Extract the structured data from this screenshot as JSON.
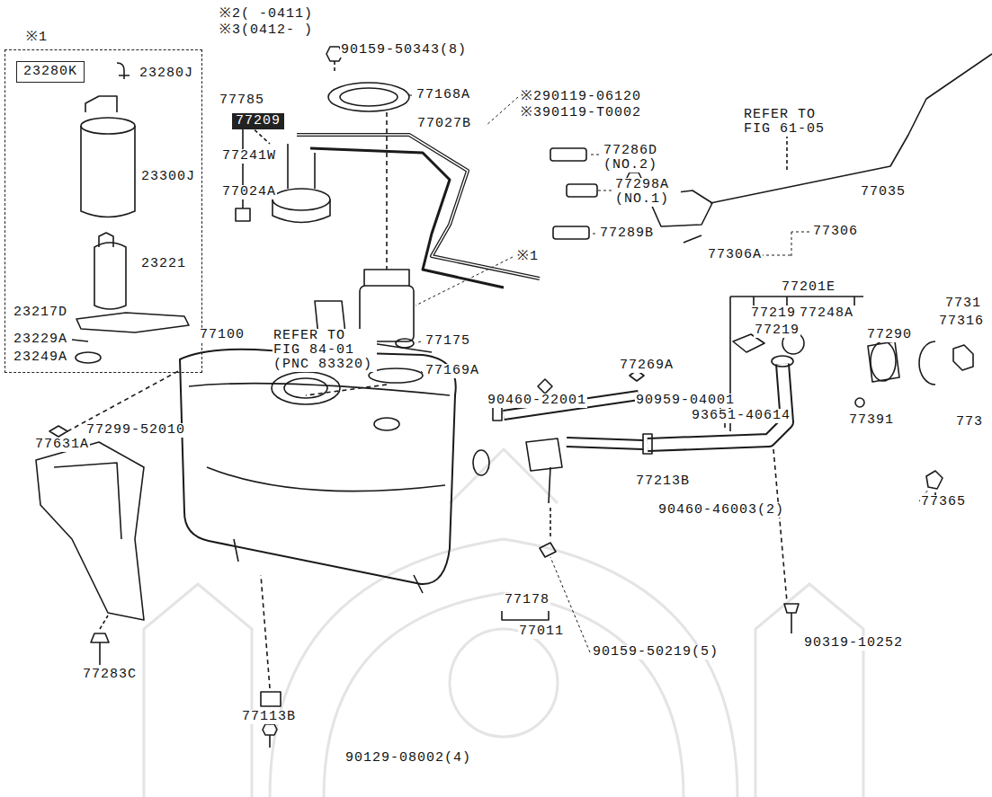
{
  "diagram": {
    "nodes": [
      {
        "text": [
          "※1",
          "23280J",
          "23300J",
          "23221",
          "23217D",
          "23229A",
          "23249A"
        ]
      },
      {
        "text": [
          "23280K"
        ],
        "in": 0
      },
      {
        "text": [
          "77209"
        ]
      }
    ],
    "labels": [
      "※2( -0411)",
      "※3(0412- )",
      "90159-50343(8)",
      "77168A",
      "77785",
      "77027B",
      "※290119-06120",
      "※390119-T0002",
      "REFER TO FIG 61-05",
      "77035",
      "77241W",
      "77286D (NO.2)",
      "77024A",
      "77298A (NO.1)",
      "77289B",
      "77306",
      "77306A",
      "※1",
      "REFER TO FIG 84-01 (PNC 83320)",
      "77175",
      "77169A",
      "77201E",
      "77219",
      "77219",
      "77248A",
      "7731",
      "77316",
      "77290",
      "773",
      "77391",
      "93651-40614",
      "77100",
      "77269A",
      "90460-22001",
      "90959-04001",
      "77299-52010",
      "77631A",
      "77213B",
      "90460-46003(2)",
      "77365",
      "77178",
      "77011",
      "90159-50219(5)",
      "90319-10252",
      "77283C",
      "77113B",
      "90129-08002(4)"
    ]
  }
}
